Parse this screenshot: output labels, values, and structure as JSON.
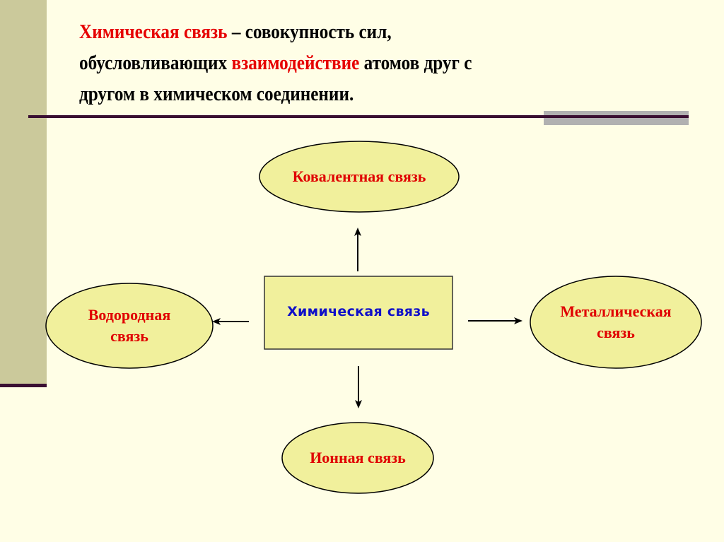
{
  "slide": {
    "definition": {
      "term": "Химическая связь",
      "part1": " – совокупность сил,",
      "part2": "обусловливающих ",
      "highlight": "взаимодействие",
      "part3": " атомов друг с",
      "part4": "другом в химическом соединении."
    },
    "diagram": {
      "center": "Химическая связь",
      "nodes": {
        "top": "Ковалентная связь",
        "left_line1": "Водородная",
        "left_line2": "связь",
        "right_line1": "Металлическая",
        "right_line2": "связь",
        "bottom": "Ионная связь"
      }
    },
    "colors": {
      "background": "#fffee6",
      "accent_red": "#e60000",
      "center_text_blue": "#1010c8",
      "node_fill": "#f1f09c",
      "sidebar": "#cbc99b",
      "rule": "#3a0f32"
    }
  }
}
